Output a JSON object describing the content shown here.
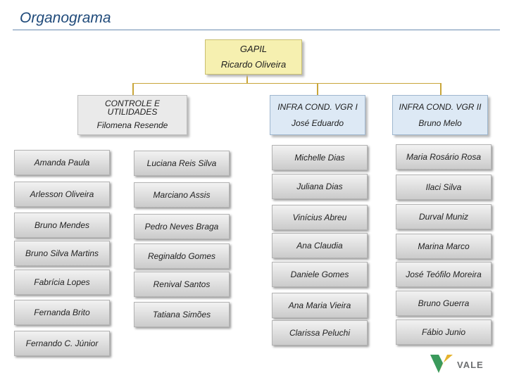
{
  "page": {
    "title": "Organograma"
  },
  "top": {
    "unit": "GAPIL",
    "name": "Ricardo Oliveira"
  },
  "areas": [
    {
      "unit": "CONTROLE E UTILIDADES",
      "name": "Filomena Resende"
    },
    {
      "unit": "INFRA COND. VGR I",
      "name": "José Eduardo"
    },
    {
      "unit": "INFRA COND. VGR II",
      "name": "Bruno Melo"
    }
  ],
  "staff": {
    "col1": [
      "Amanda Paula",
      "Arlesson Oliveira",
      "Bruno Mendes",
      "Bruno Silva Martins",
      "Fabrícia Lopes",
      "Fernanda Brito",
      "Fernando C. Júnior"
    ],
    "col2": [
      "Luciana Reis Silva",
      "Marciano Assis",
      "Pedro Neves Braga",
      "Reginaldo Gomes",
      "Renival Santos",
      "Tatiana Simões"
    ],
    "col3": [
      "Michelle Dias",
      "Juliana Dias",
      "Vinícius Abreu",
      "Ana Claudia",
      "Daniele Gomes",
      "Ana Maria Vieira",
      "Clarissa Peluchi"
    ],
    "col4": [
      "Maria Rosário Rosa",
      "Ilaci Silva",
      "Durval Muniz",
      "Marina Marco",
      "José Teófilo Moreira",
      "Bruno Guerra",
      "Fábio Junio"
    ]
  },
  "logo": {
    "text": "VALE",
    "colors": {
      "green": "#3a9a5c",
      "yellow": "#e6b32e",
      "text": "#6d6f71"
    }
  }
}
